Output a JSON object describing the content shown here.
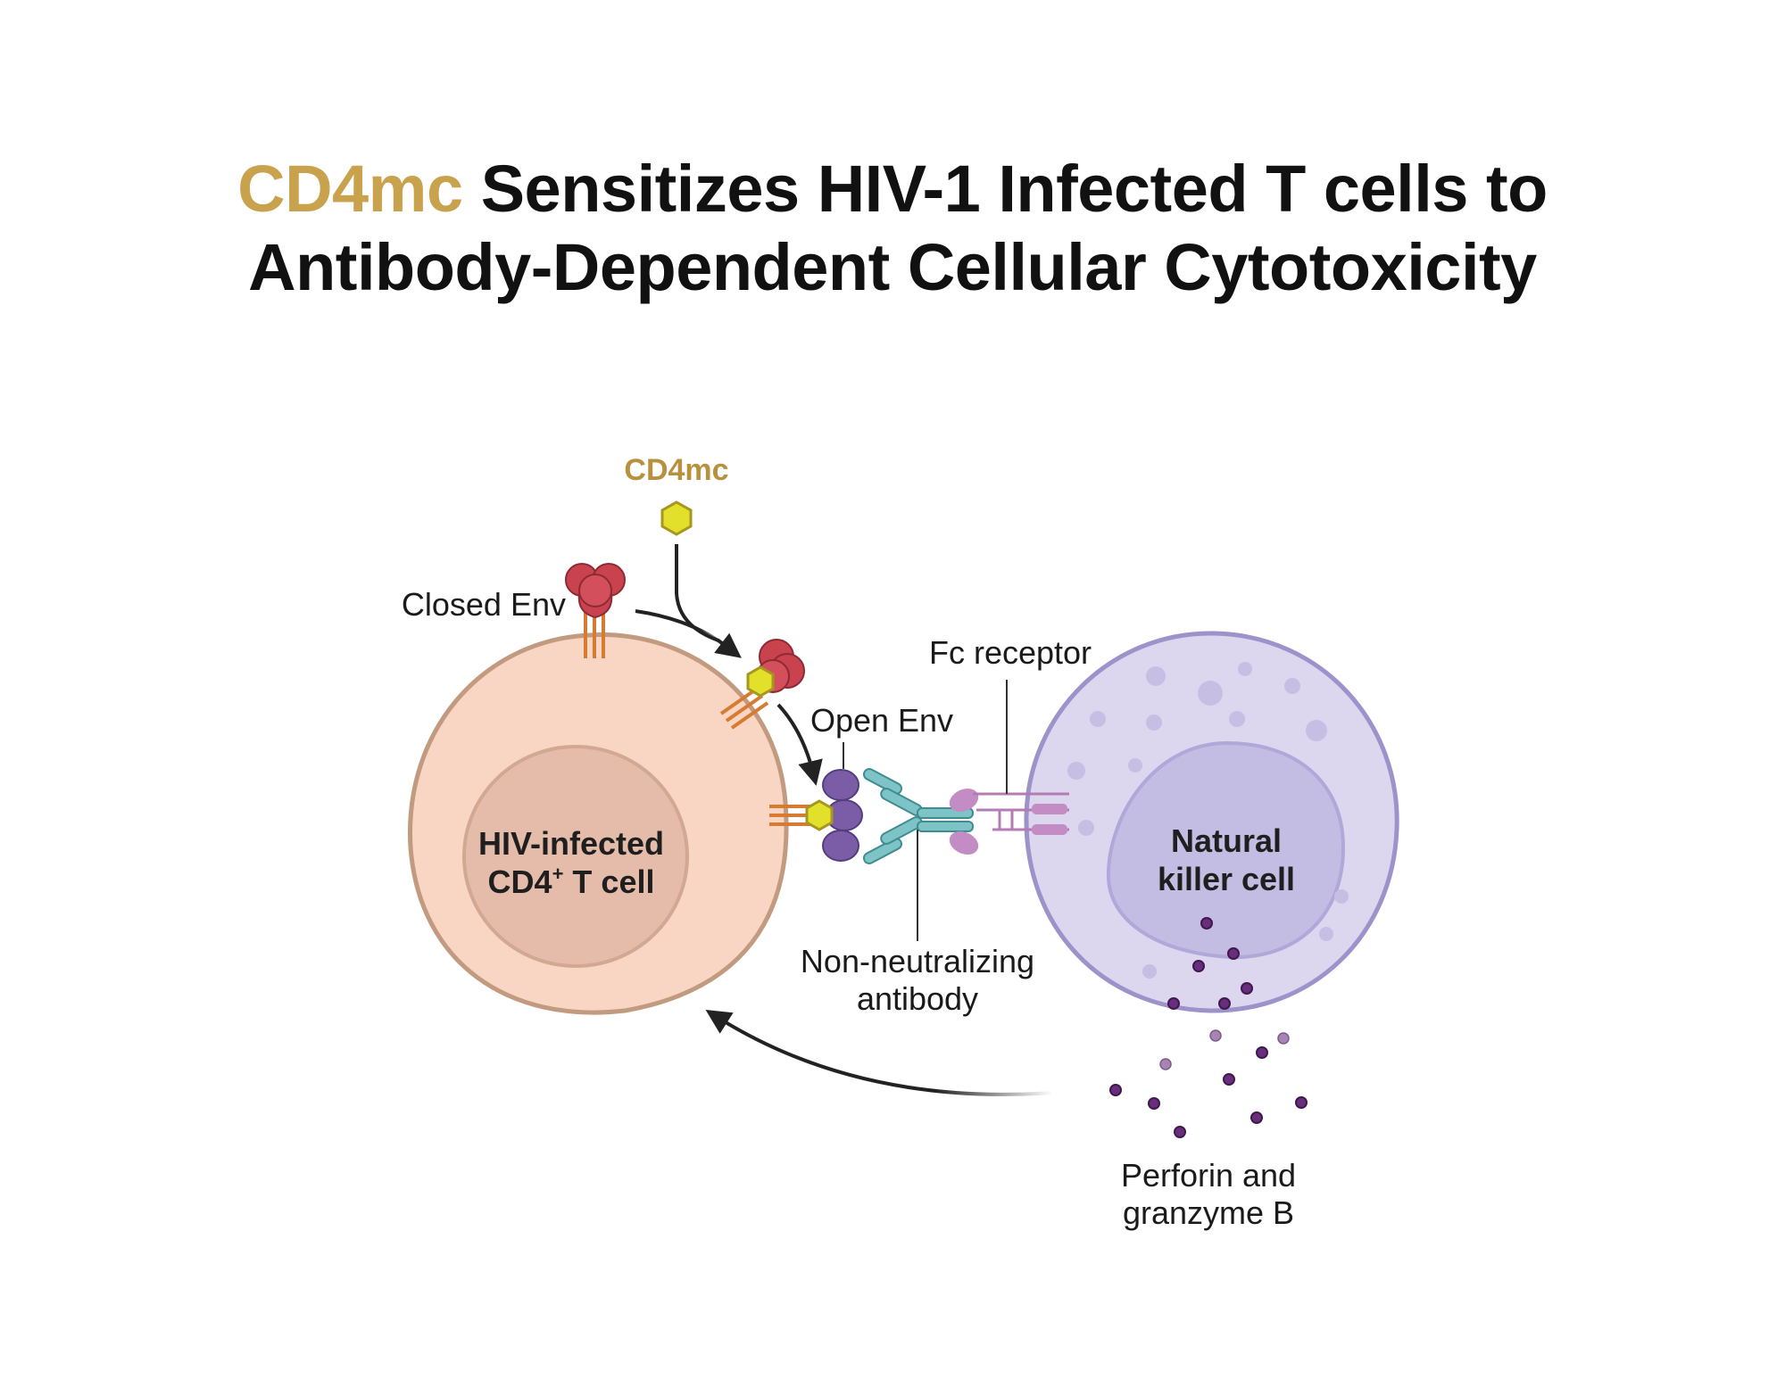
{
  "title": {
    "accent": "CD4mc",
    "line1_rest": " Sensitizes HIV-1 Infected T cells to",
    "line2": "Antibody-Dependent Cellular Cytotoxicity"
  },
  "labels": {
    "cd4mc": "CD4mc",
    "closed_env": "Closed Env",
    "open_env": "Open Env",
    "fc_receptor": "Fc receptor",
    "antibody_line1": "Non-neutralizing",
    "antibody_line2": "antibody",
    "tcell_line1": "HIV-infected",
    "tcell_line2a": "CD4",
    "tcell_line2_sup": "+",
    "tcell_line2b": " T cell",
    "nk_line1": "Natural",
    "nk_line2": "killer cell",
    "granule_line1": "Perforin and",
    "granule_line2": "granzyme B"
  },
  "colors": {
    "accent": "#c9a24e",
    "tcell_fill": "#f8d6c3",
    "tcell_stroke": "#c29a80",
    "tcell_nucleus": "#e4bca9",
    "nk_fill": "#dcd6ee",
    "nk_stroke": "#9d92c9",
    "nk_nucleus": "#c3bde3",
    "env_red": "#c9434f",
    "env_purple": "#7a5da6",
    "cd4mc_yellow": "#e3e02c",
    "antibody_teal": "#6bb9bd",
    "fc_receptor": "#c48cc4",
    "granule": "#6a2d7d"
  }
}
